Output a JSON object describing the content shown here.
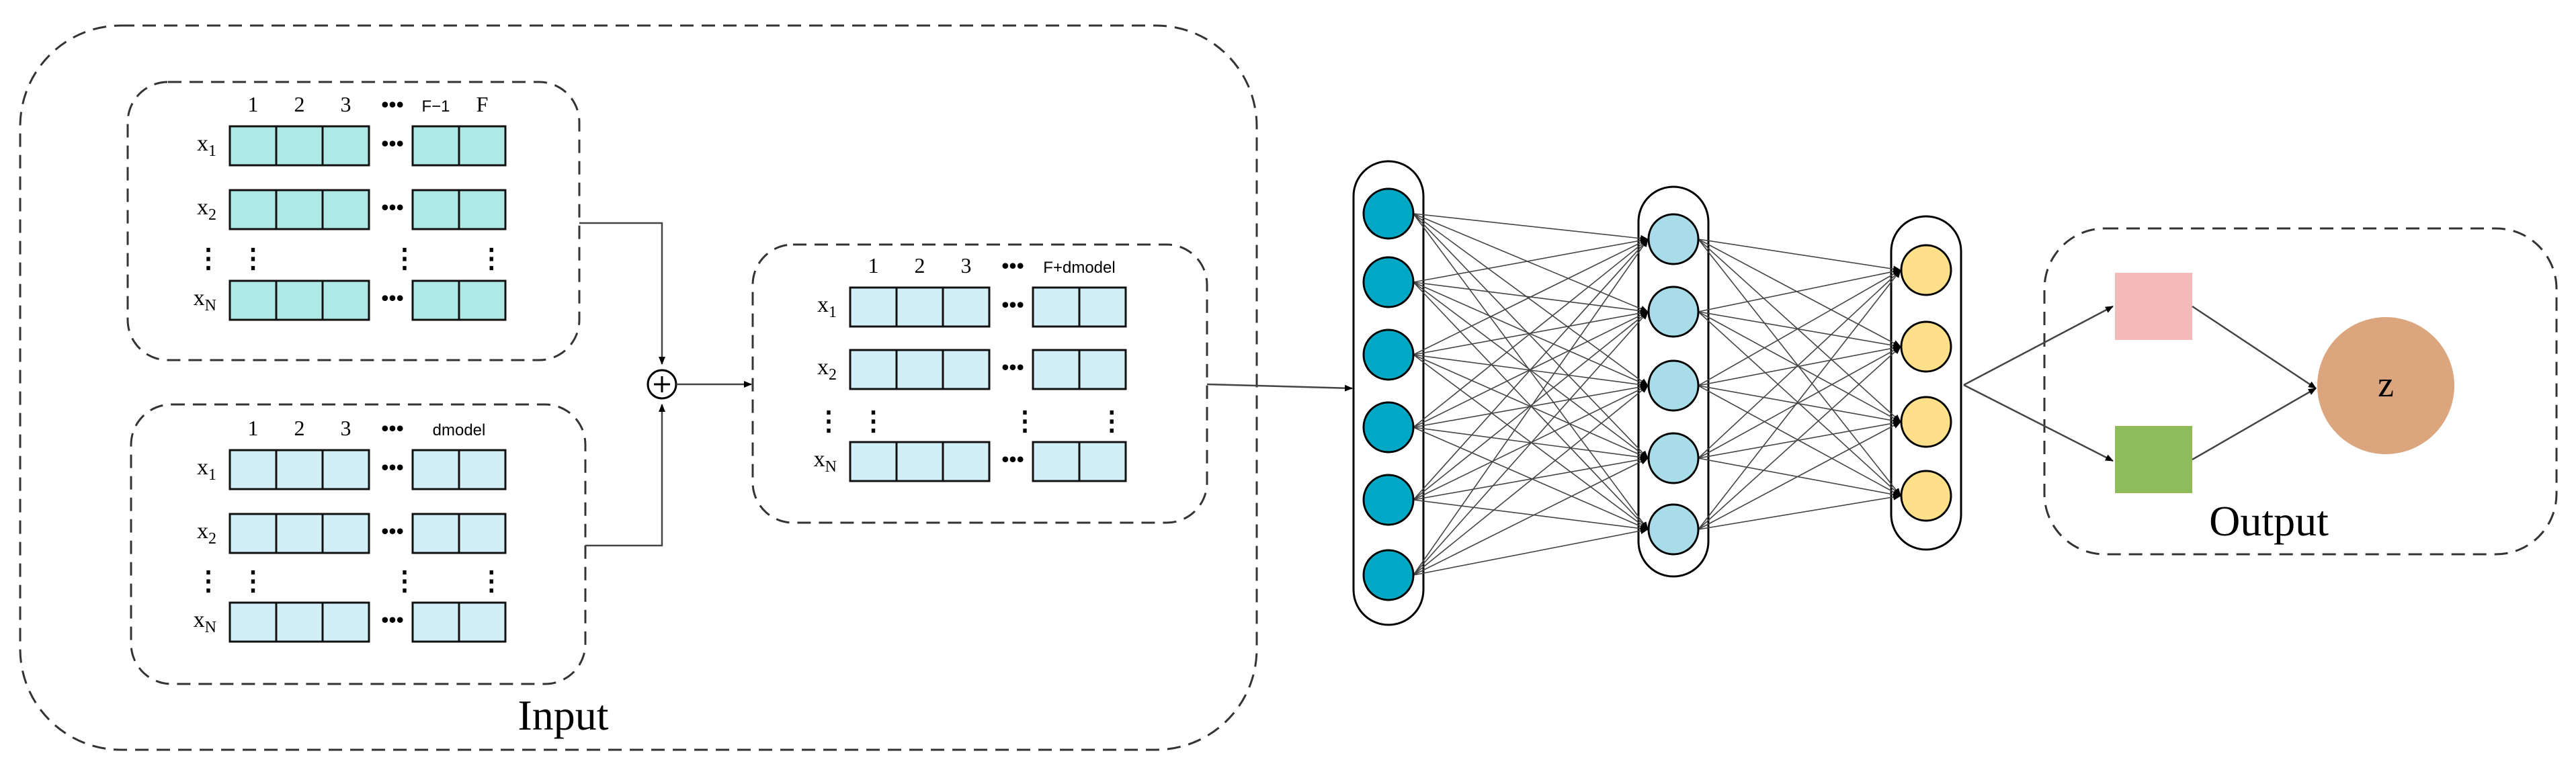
{
  "labels": {
    "input": "Input",
    "output": "Output",
    "z": "z"
  },
  "matrices": {
    "feature": {
      "headers": [
        "1",
        "2",
        "3",
        "•••",
        "F−1",
        "F"
      ],
      "rows": [
        {
          "base": "x",
          "sub": "1"
        },
        {
          "base": "x",
          "sub": "2"
        },
        {
          "base": "x",
          "sub": "N"
        }
      ],
      "fill": "#aee9e6"
    },
    "embedding": {
      "headers": [
        "1",
        "2",
        "3",
        "•••",
        "dmodel"
      ],
      "rows": [
        {
          "base": "x",
          "sub": "1"
        },
        {
          "base": "x",
          "sub": "2"
        },
        {
          "base": "x",
          "sub": "N"
        }
      ],
      "fill": "#d2eef6"
    },
    "combined": {
      "headers": [
        "1",
        "2",
        "3",
        "•••",
        "F+dmodel"
      ],
      "rows": [
        {
          "base": "x",
          "sub": "1"
        },
        {
          "base": "x",
          "sub": "2"
        },
        {
          "base": "x",
          "sub": "N"
        }
      ],
      "fill": "#d2eef6"
    }
  },
  "network": {
    "layers": [
      {
        "nodes": 6,
        "color": "#00a8c6"
      },
      {
        "nodes": 5,
        "color": "#a8dce8"
      },
      {
        "nodes": 4,
        "color": "#ffe08a"
      }
    ]
  },
  "output": {
    "box_a_color": "#f4b9b9",
    "box_b_color": "#8fbc5a",
    "circle_color": "#dba57e"
  }
}
